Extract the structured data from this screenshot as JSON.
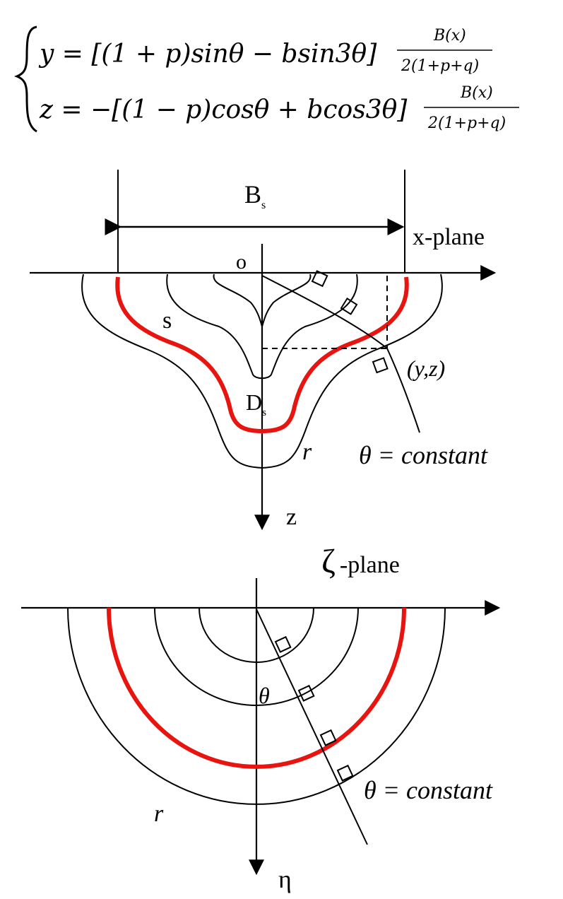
{
  "equation": {
    "line1": {
      "lhs": "y = [(1 + p)sinθ − bsin3θ]",
      "num": "B(x)",
      "den": "2(1+p+q)"
    },
    "line2": {
      "lhs": "z = −[(1 − p)cosθ + bcos3θ]",
      "num": "B(x)",
      "den": "2(1+p+q)"
    }
  },
  "top_diagram": {
    "plane_label": "x-plane",
    "width_label": "B",
    "width_subscript": "s",
    "origin_label": "o",
    "curve_s_label": "s",
    "curve_r_label": "r",
    "depth_label": "D",
    "depth_subscript": "s",
    "point_label": "(y,z)",
    "ray_label": "θ = constant",
    "vertical_axis_label": "z"
  },
  "bottom_diagram": {
    "plane_symbol": "ζ",
    "plane_label": "-plane",
    "angle_label": "θ",
    "curve_r_label": "r",
    "ray_label": "θ = constant",
    "vertical_axis_label": "η"
  },
  "colors": {
    "highlight": "#e8140f",
    "ink": "#000000"
  }
}
